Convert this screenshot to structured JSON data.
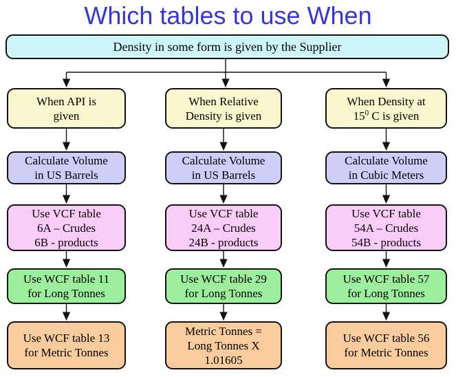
{
  "title": "Which tables to use When",
  "root": {
    "label": "Density in some form is given by the Supplier"
  },
  "columns": [
    {
      "condition_lines": [
        "When API is",
        "given"
      ],
      "volume_lines": [
        "Calculate Volume",
        "in US Barrels"
      ],
      "vcf_lines": [
        "Use VCF table",
        "6A – Crudes",
        "6B - products"
      ],
      "wcf_long_lines": [
        "Use WCF table 11",
        "for Long Tonnes"
      ],
      "final_lines": [
        "Use WCF table 13",
        "for Metric Tonnes"
      ]
    },
    {
      "condition_lines": [
        "When Relative",
        "Density is given"
      ],
      "volume_lines": [
        "Calculate Volume",
        "in US Barrels"
      ],
      "vcf_lines": [
        "Use VCF table",
        "24A – Crudes",
        "24B - products"
      ],
      "wcf_long_lines": [
        "Use WCF table 29",
        "for Long Tonnes"
      ],
      "final_lines": [
        "Metric Tonnes =",
        "Long Tonnes X",
        "1.01605"
      ]
    },
    {
      "condition_lines": [
        "When Density at"
      ],
      "condition_line2": {
        "pre": "15",
        "sup": "0",
        "post": " C is given"
      },
      "volume_lines": [
        "Calculate Volume",
        "in Cubic Meters"
      ],
      "vcf_lines": [
        "Use VCF table",
        "54A – Crudes",
        "54B - products"
      ],
      "wcf_long_lines": [
        "Use WCF table 57",
        "for Long Tonnes"
      ],
      "final_lines": [
        "Use WCF table 56",
        "for Metric Tonnes"
      ]
    }
  ],
  "colors": {
    "title": "#3535E0",
    "border": "#111111",
    "root_fill": "#CEF6F9",
    "condition_fill": "#FAF7CE",
    "volume_fill": "#CDCDF8",
    "vcf_fill": "#FACDF8",
    "wcf_long_fill": "#9CEE9C",
    "final_fill": "#F9CC9D"
  }
}
